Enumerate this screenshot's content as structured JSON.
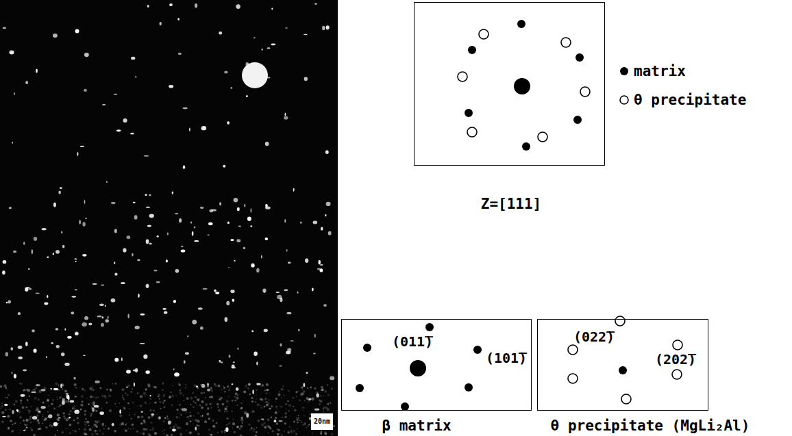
{
  "diagram": {
    "nodes": [
      {
        "text": [
          "Z=[111]"
        ]
      },
      {
        "text": [
          "(011̅)",
          "(101̅)",
          "β matrix"
        ]
      },
      {
        "text": [
          "(022̅)",
          "(202̅)",
          "θ precipitate (MgLi₂Al)"
        ]
      }
    ],
    "labels": [
      "20nm"
    ],
    "legend": [
      {
        "text": "matrix"
      },
      {
        "text": "θ precipitate"
      }
    ]
  }
}
